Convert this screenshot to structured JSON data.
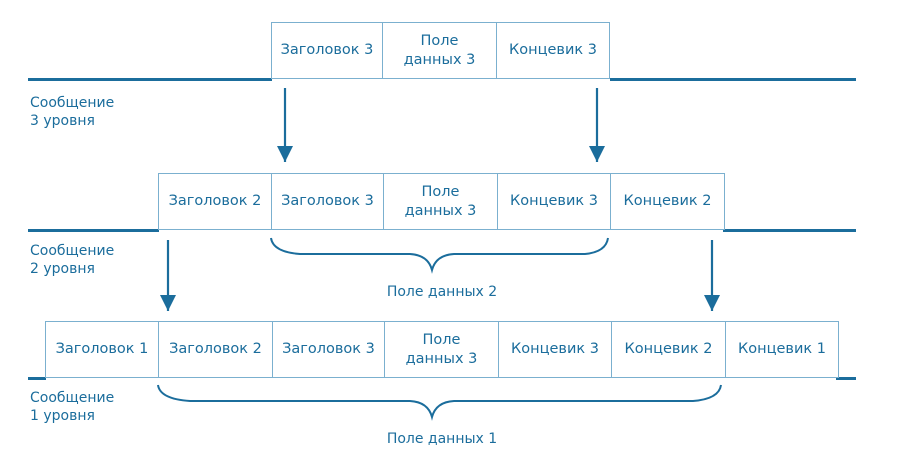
{
  "colors": {
    "accent": "#1b6d9c",
    "cell_border": "#7bb0cf"
  },
  "level3": {
    "cells": [
      "Заголовок 3",
      "Поле\nданных 3",
      "Концевик 3"
    ],
    "label": "Сообщение\n3 уровня"
  },
  "level2": {
    "cells": [
      "Заголовок 2",
      "Заголовок 3",
      "Поле\nданных 3",
      "Концевик 3",
      "Концевик 2"
    ],
    "label": "Сообщение\n2 уровня",
    "brace_label": "Поле данных 2"
  },
  "level1": {
    "cells": [
      "Заголовок 1",
      "Заголовок 2",
      "Заголовок 3",
      "Поле\nданных 3",
      "Концевик 3",
      "Концевик 2",
      "Концевик 1"
    ],
    "label": "Сообщение\n1 уровня",
    "brace_label": "Поле данных 1"
  }
}
